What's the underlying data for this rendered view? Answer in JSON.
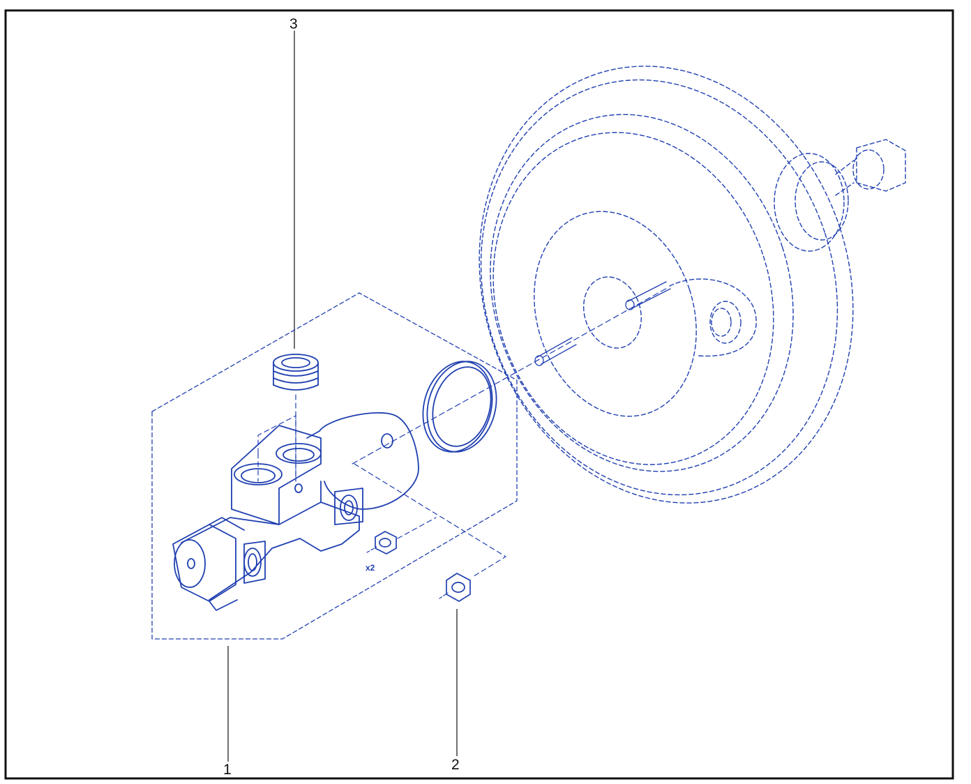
{
  "colors": {
    "line": "#1f3fb0",
    "frame": "#111111",
    "leader": "#111111",
    "background": "#ffffff"
  },
  "callouts": [
    {
      "id": "1",
      "label": "1"
    },
    {
      "id": "2",
      "label": "2"
    },
    {
      "id": "3",
      "label": "3"
    }
  ],
  "quantity_label": "x2"
}
